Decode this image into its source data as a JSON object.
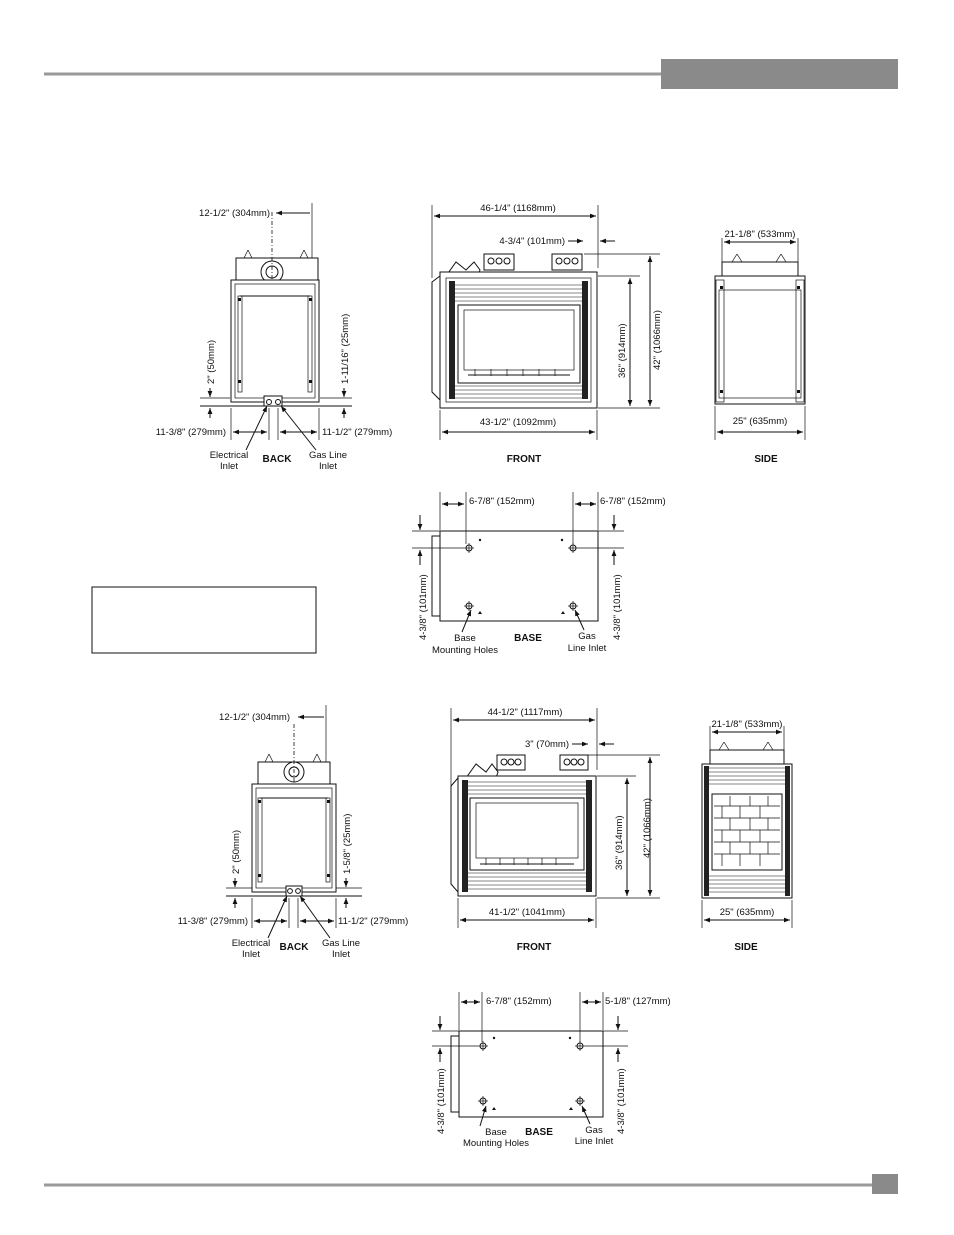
{
  "diagram_a": {
    "back": {
      "caption": "BACK",
      "dim_top": "12-1/2\" (304mm)",
      "dim_left_vertical": "2\" (50mm)",
      "dim_right_vertical": "1-11/16\" (25mm)",
      "dim_bottom_left": "11-3/8\" (279mm)",
      "dim_bottom_right": "11-1/2\" (279mm)",
      "label_electrical": [
        "Electrical",
        "Inlet"
      ],
      "label_gas": [
        "Gas Line",
        "Inlet"
      ]
    },
    "front": {
      "caption": "FRONT",
      "dim_top_width": "46-1/4\" (1168mm)",
      "dim_top_offset": "4-3/4\" (101mm)",
      "dim_inner_height": "36\" (914mm)",
      "dim_outer_height": "42\" (1066mm)",
      "dim_bottom_width": "43-1/2\" (1092mm)"
    },
    "side": {
      "caption": "SIDE",
      "dim_top": "21-1/8\" (533mm)",
      "dim_bottom": "25\" (635mm)"
    },
    "base": {
      "caption": "BASE",
      "dim_left_top": "6-7/8\" (152mm)",
      "dim_right_top": "6-7/8\" (152mm)",
      "dim_left_vertical": "4-3/8\" (101mm)",
      "dim_right_vertical": "4-3/8\" (101mm)",
      "label_mounting": [
        "Base",
        "Mounting Holes"
      ],
      "label_gas": [
        "Gas",
        "Line Inlet"
      ]
    }
  },
  "diagram_b": {
    "back": {
      "caption": "BACK",
      "dim_top": "12-1/2\" (304mm)",
      "dim_left_vertical": "2\" (50mm)",
      "dim_right_vertical": "1-5/8\" (25mm)",
      "dim_bottom_left": "11-3/8\" (279mm)",
      "dim_bottom_right": "11-1/2\" (279mm)",
      "label_electrical": [
        "Electrical",
        "Inlet"
      ],
      "label_gas": [
        "Gas Line",
        "Inlet"
      ]
    },
    "front": {
      "caption": "FRONT",
      "dim_top_width": "44-1/2\" (1117mm)",
      "dim_top_offset": "3\" (70mm)",
      "dim_inner_height": "36\" (914mm)",
      "dim_outer_height": "42\" (1066mm)",
      "dim_bottom_width": "41-1/2\" (1041mm)"
    },
    "side": {
      "caption": "SIDE",
      "dim_top": "21-1/8\" (533mm)",
      "dim_bottom": "25\" (635mm)"
    },
    "base": {
      "caption": "BASE",
      "dim_left_top": "6-7/8\" (152mm)",
      "dim_right_top": "5-1/8\" (127mm)",
      "dim_left_vertical": "4-3/8\" (101mm)",
      "dim_right_vertical": "4-3/8\" (101mm)",
      "label_mounting": [
        "Base",
        "Mounting Holes"
      ],
      "label_gas": [
        "Gas",
        "Line Inlet"
      ]
    }
  },
  "colors": {
    "rule": "#9a9a9a",
    "tab": "#8a8a8a",
    "ink": "#111111"
  }
}
